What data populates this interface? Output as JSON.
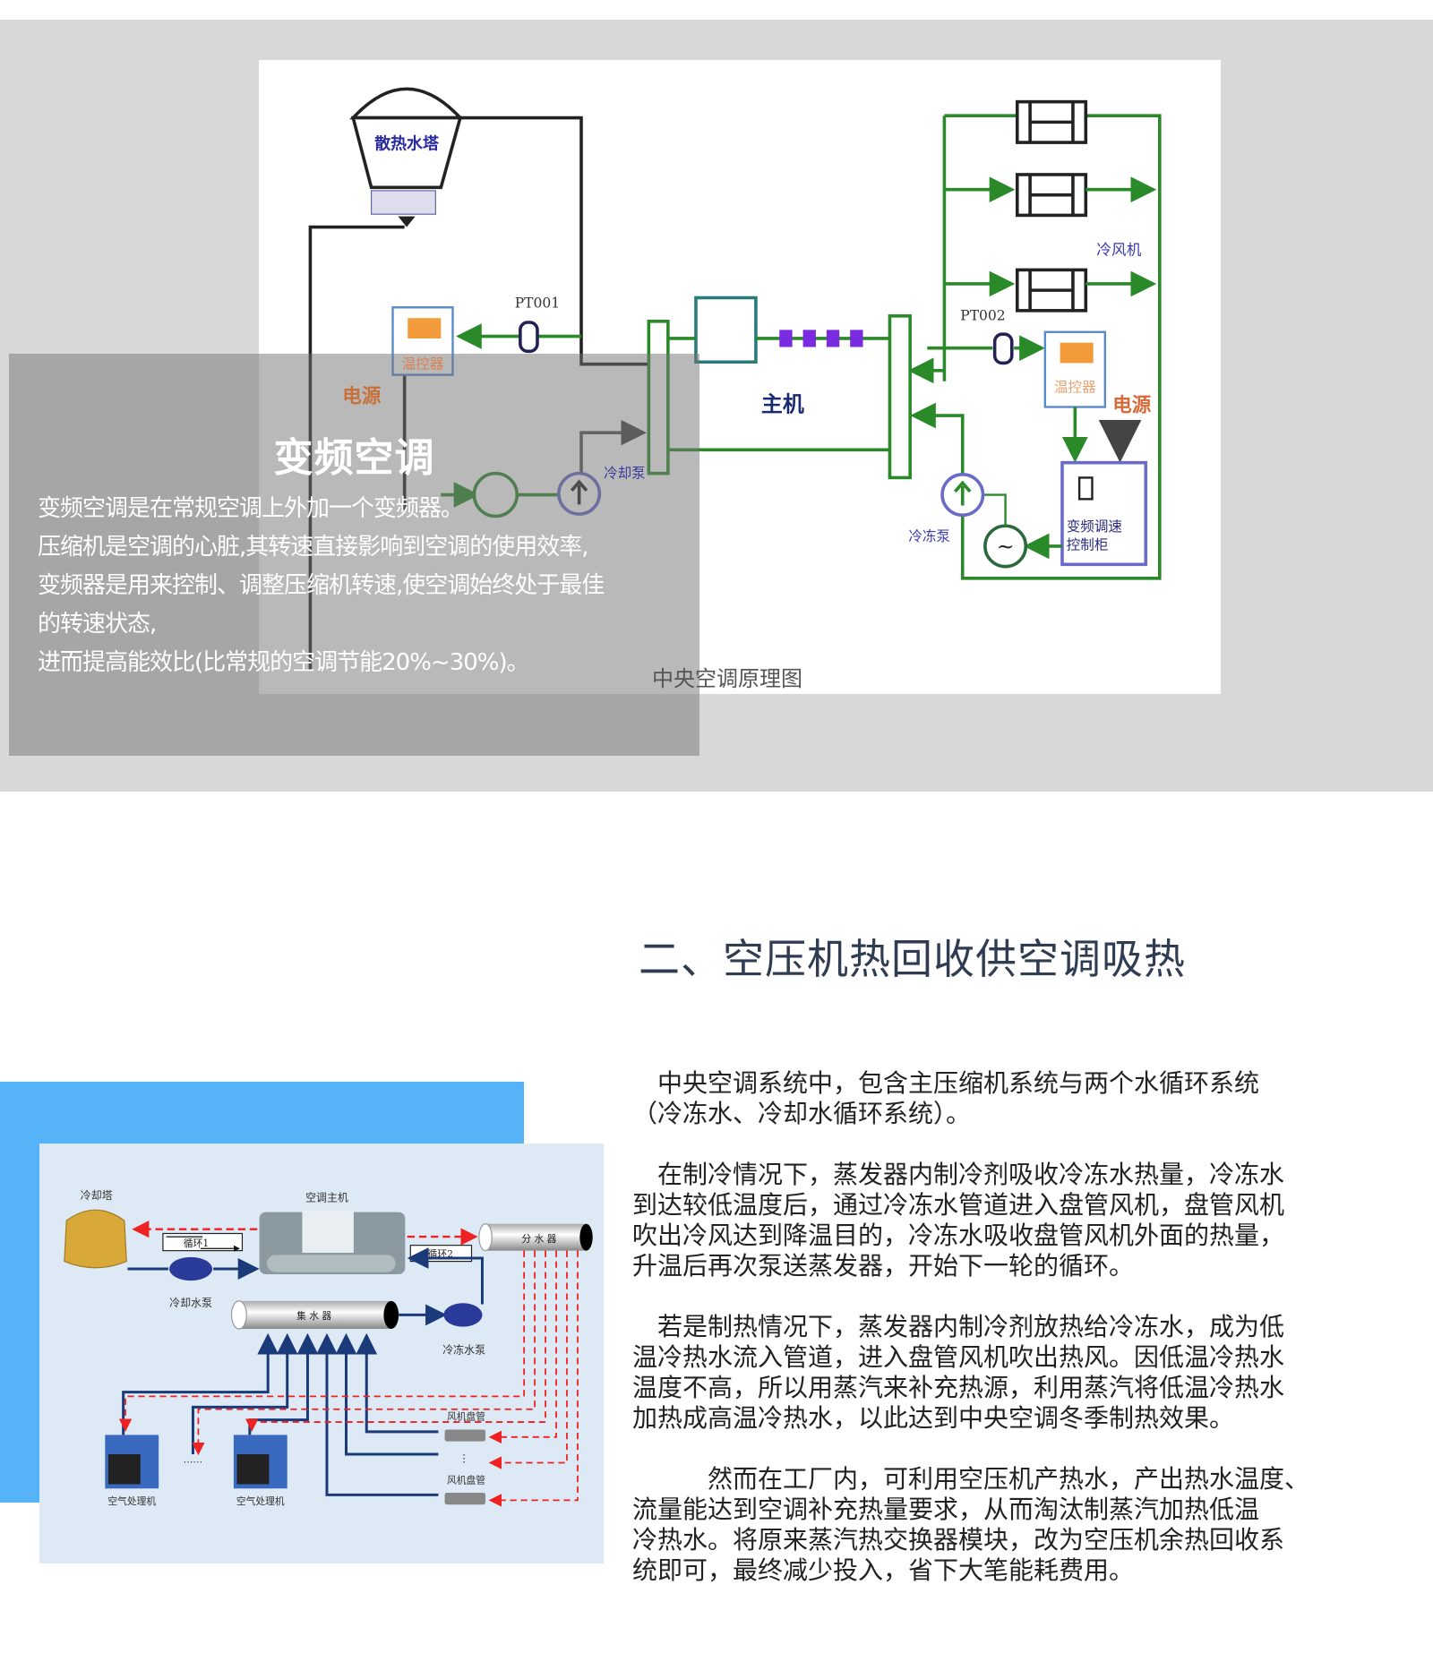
{
  "top_diagram": {
    "tower_label": "散热水塔",
    "pt001": "PT001",
    "pt002": "PT002",
    "thermostat": "温控器",
    "power": "电源",
    "main_unit": "主机",
    "fan_unit": "冷风机",
    "chilled_pump": "冷冻泵",
    "cooling_pump": "冷却泵",
    "vfd_cabinet_line1": "变频调速",
    "vfd_cabinet_line2": "控制柜",
    "caption": "中央空调原理图"
  },
  "overlay": {
    "title": "变频空调",
    "lines": [
      "变频空调是在常规空调上外加一个变频器。",
      "压缩机是空调的心脏,其转速直接影响到空调的使用效率,",
      "变频器是用来控制、调整压缩机转速,使空调始终处于最佳",
      "的转速状态,",
      "进而提高能效比(比常规的空调节能20%~30%)。"
    ]
  },
  "section": {
    "heading": "二、空压机热回收供空调吸热"
  },
  "lower_diagram": {
    "cooling_tower": "冷却塔",
    "chiller": "空调主机",
    "loop1": "循环1",
    "loop2": "循环2",
    "distributor": "分 水 器",
    "collector": "集 水 器",
    "cooling_pump": "冷却水泵",
    "chilled_pump": "冷冻水泵",
    "fcu": "风机盘管",
    "ahu": "空气处理机",
    "dots": "……",
    "vdots": "⋮"
  },
  "paragraphs": [
    [
      "　中央空调系统中，包含主压缩机系统与两个水循环系统",
      "（冷冻水、冷却水循环系统）。"
    ],
    [
      "　在制冷情况下，蒸发器内制冷剂吸收冷冻水热量，冷冻水",
      "到达较低温度后，通过冷冻水管道进入盘管风机，盘管风机",
      "吹出冷风达到降温目的，冷冻水吸收盘管风机外面的热量，",
      "升温后再次泵送蒸发器，开始下一轮的循环。"
    ],
    [
      "　若是制热情况下，蒸发器内制冷剂放热给冷冻水，成为低",
      "温冷热水流入管道，进入盘管风机吹出热风。因低温冷热水",
      "温度不高，所以用蒸汽来补充热源，利用蒸汽将低温冷热水",
      "加热成高温冷热水，以此达到中央空调冬季制热效果。"
    ],
    [
      "　　　然而在工厂内，可利用空压机产热水，产出热水温度、",
      "流量能达到空调补充热量要求，从而淘汰制蒸汽加热低温",
      "冷热水。将原来蒸汽热交换器模块，改为空压机余热回收系",
      "统即可，最终减少投入，省下大笔能耗费用。"
    ]
  ]
}
